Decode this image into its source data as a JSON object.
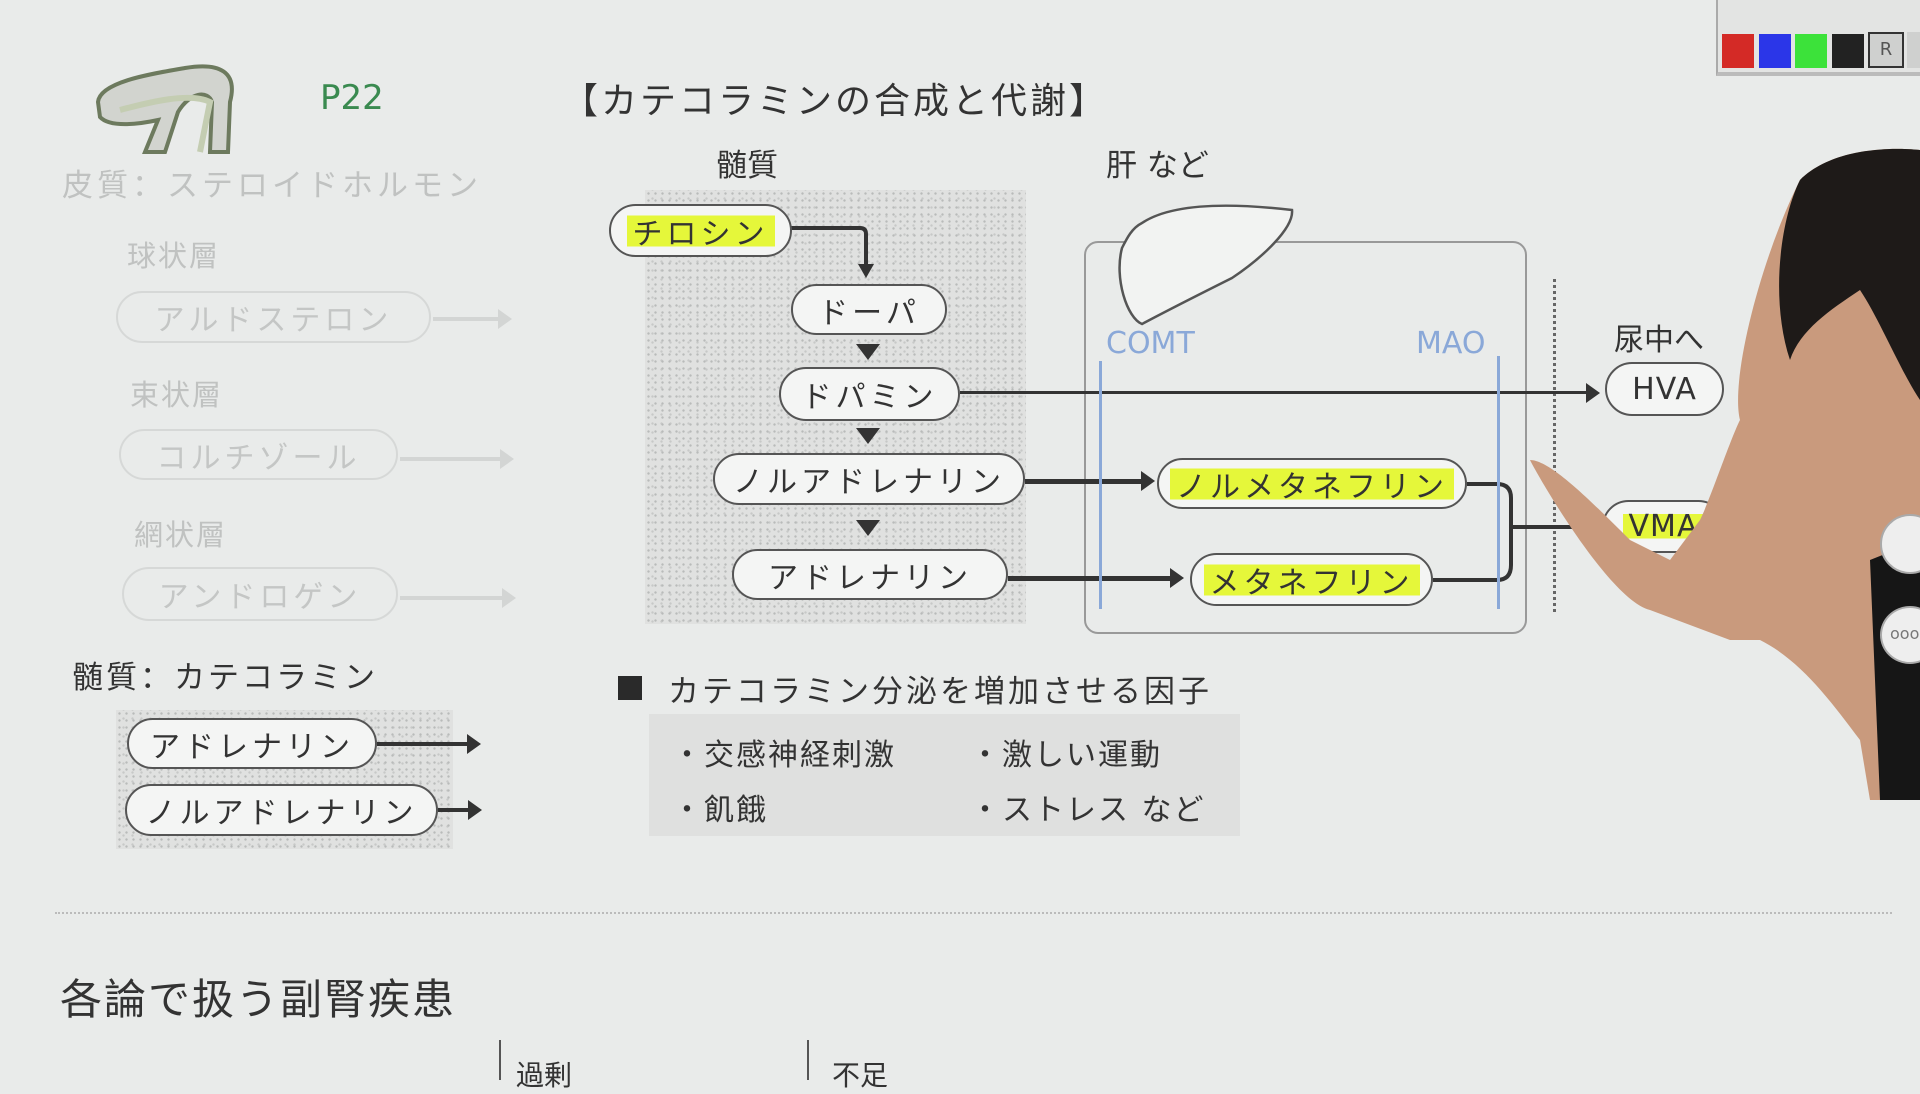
{
  "slide": {
    "page_ref": "P22",
    "title": "【カテコラミンの合成と代謝】",
    "cortex": {
      "heading": "皮質：ステロイドホルモン",
      "layers": [
        {
          "name": "球状層",
          "hormone": "アルドステロン"
        },
        {
          "name": "束状層",
          "hormone": "コルチゾール"
        },
        {
          "name": "網状層",
          "hormone": "アンドロゲン"
        }
      ]
    },
    "medulla": {
      "heading": "髄質：カテコラミン",
      "hormones": [
        "アドレナリン",
        "ノルアドレナリン"
      ]
    },
    "pathway": {
      "medulla_label": "髄質",
      "liver_label": "肝 など",
      "steps": [
        "チロシン",
        "ドーパ",
        "ドパミン",
        "ノルアドレナリン",
        "アドレナリン"
      ],
      "enzymes": [
        "COMT",
        "MAO"
      ],
      "metabolites": [
        "ノルメタネフリン",
        "メタネフリン"
      ],
      "urine_label": "尿中へ",
      "urine_products": [
        "HVA",
        "VMA"
      ]
    },
    "factors": {
      "heading": "カテコラミン分泌を増加させる因子",
      "items": [
        "・交感神経刺激",
        "・激しい運動",
        "・飢餓",
        "・ストレス など"
      ]
    },
    "section": {
      "title": "各論で扱う副腎疾患",
      "columns": [
        "過剰",
        "不足"
      ]
    }
  },
  "palette": {
    "colors": [
      "#d42a26",
      "#2b36e8",
      "#3ce23a",
      "#222222"
    ],
    "r_button": "R"
  },
  "colors": {
    "highlight": "#e5f73a",
    "enzyme": "#8aa8d8",
    "page_ref": "#3a8a50"
  }
}
